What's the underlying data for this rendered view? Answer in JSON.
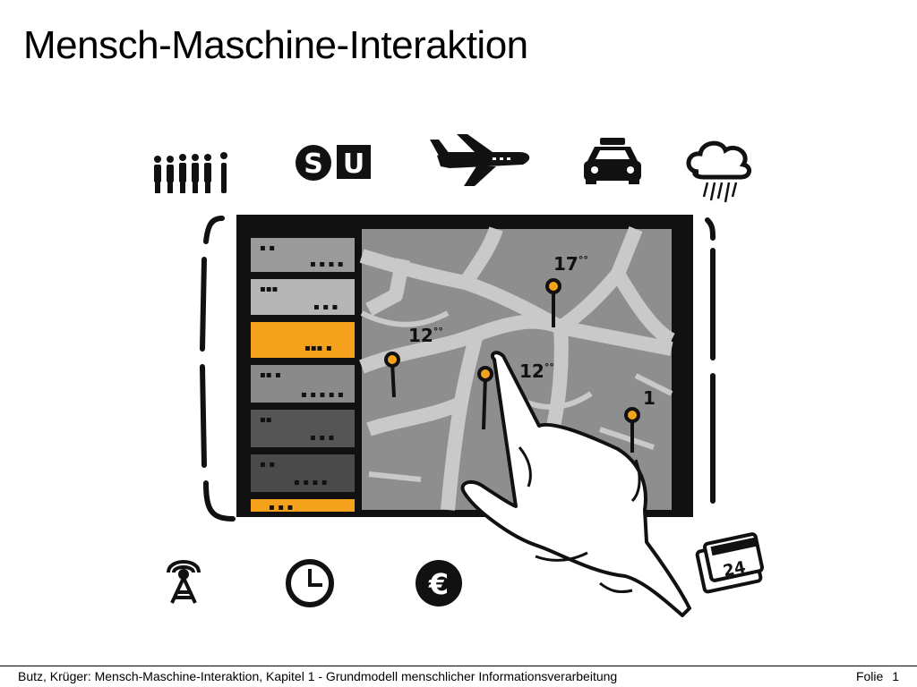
{
  "slide": {
    "title": "Mensch-Maschine-Interaktion"
  },
  "illustration": {
    "top_icons": [
      "people-icon",
      "s-u-bahn-icon",
      "airplane-icon",
      "taxi-icon",
      "rain-cloud-icon"
    ],
    "bottom_icons": [
      "antenna-icon",
      "clock-icon",
      "euro-icon",
      "calendar-icon"
    ],
    "calendar_day": "24",
    "map_times": [
      "17",
      "12",
      "12",
      "1"
    ],
    "time_suffix": "°°",
    "colors": {
      "accent": "#f4a11c",
      "ink": "#111111",
      "map_bg": "#8e8e8e",
      "road": "#c9c9c9"
    }
  },
  "footer": {
    "text": "Butz, Krüger: Mensch-Maschine-Interaktion, Kapitel 1 - Grundmodell menschlicher Informationsverarbeitung",
    "folio": "Folie  1"
  }
}
